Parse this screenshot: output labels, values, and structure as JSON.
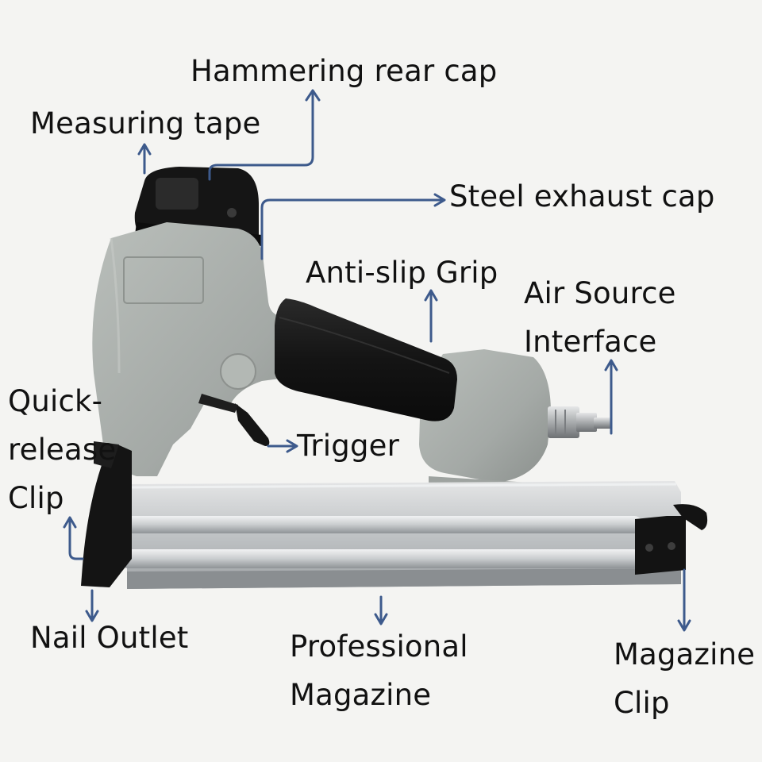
{
  "labels": {
    "hammering_rear_cap": "Hammering rear cap",
    "measuring_tape": "Measuring tape",
    "steel_exhaust_cap": "Steel exhaust cap",
    "anti_slip_grip": "Anti-slip Grip",
    "air_source_interface": [
      "Air Source",
      "Interface"
    ],
    "quick_release_clip": [
      "Quick-",
      "release",
      "Clip"
    ],
    "trigger": "Trigger",
    "nail_outlet": "Nail Outlet",
    "professional_magazine": [
      "Professional",
      "Magazine"
    ],
    "magazine_clip": [
      "Magazine",
      "Clip"
    ]
  },
  "colors": {
    "background": "#f4f4f2",
    "arrow": "#3d5a8c",
    "body_gray": "#a9aeab",
    "grip_black": "#181818",
    "aluminum": "#c6c8ca",
    "label_text": "#111111"
  }
}
